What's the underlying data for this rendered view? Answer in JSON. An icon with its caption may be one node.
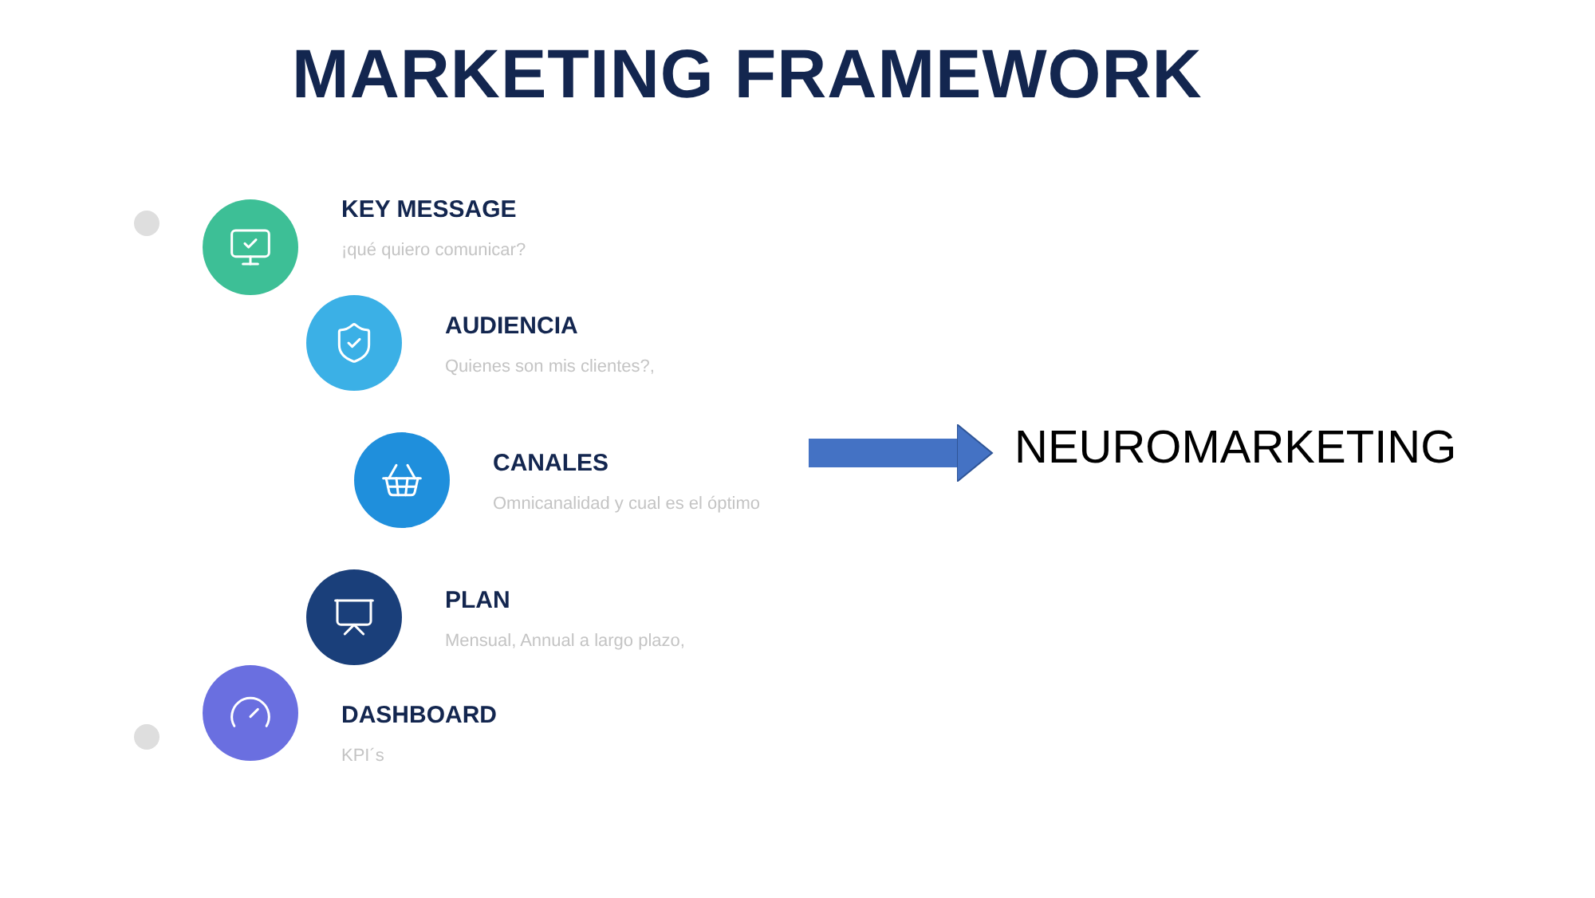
{
  "diagram": {
    "title": "MARKETING FRAMEWORK",
    "nodes": [
      {
        "text": [
          "KEY MESSAGE",
          "¡qué quiero comunicar?"
        ]
      },
      {
        "text": [
          "AUDIENCIA",
          "Quienes son mis clientes?,"
        ]
      },
      {
        "text": [
          "CANALES",
          "Omnicanalidad y cual es el óptimo"
        ]
      },
      {
        "text": [
          "PLAN",
          "Mensual, Annual a largo plazo,"
        ]
      },
      {
        "text": [
          "DASHBOARD",
          "KPI´s"
        ]
      },
      {
        "text": [
          "NEUROMARKETING"
        ]
      }
    ],
    "edges": [
      {
        "from": null,
        "to": 5,
        "arrow": "to"
      }
    ]
  }
}
